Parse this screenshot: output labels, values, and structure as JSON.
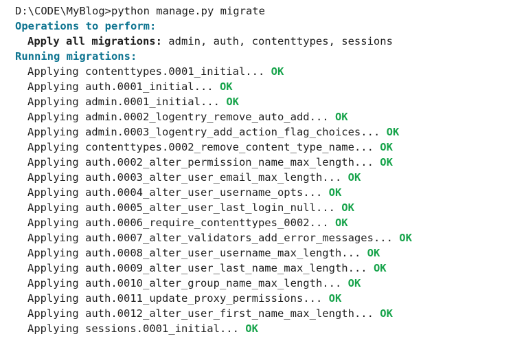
{
  "terminal": {
    "prompt": "D:\\CODE\\MyBlog>",
    "command": "python manage.py migrate",
    "operations_heading": "Operations to perform:",
    "apply_all_label": "Apply all migrations:",
    "apply_all_apps": " admin, auth, contenttypes, sessions",
    "running_heading": "Running migrations:",
    "applying_prefix": "Applying ",
    "ellipsis": "... ",
    "status_ok": "OK",
    "migrations": [
      "contenttypes.0001_initial",
      "auth.0001_initial",
      "admin.0001_initial",
      "admin.0002_logentry_remove_auto_add",
      "admin.0003_logentry_add_action_flag_choices",
      "contenttypes.0002_remove_content_type_name",
      "auth.0002_alter_permission_name_max_length",
      "auth.0003_alter_user_email_max_length",
      "auth.0004_alter_user_username_opts",
      "auth.0005_alter_user_last_login_null",
      "auth.0006_require_contenttypes_0002",
      "auth.0007_alter_validators_add_error_messages",
      "auth.0008_alter_user_username_max_length",
      "auth.0009_alter_user_last_name_max_length",
      "auth.0010_alter_group_name_max_length",
      "auth.0011_update_proxy_permissions",
      "auth.0012_alter_user_first_name_max_length",
      "sessions.0001_initial"
    ]
  },
  "colors": {
    "background": "#ffffff",
    "text": "#1e1e1e",
    "heading": "#0e7490",
    "ok": "#16a34a"
  }
}
